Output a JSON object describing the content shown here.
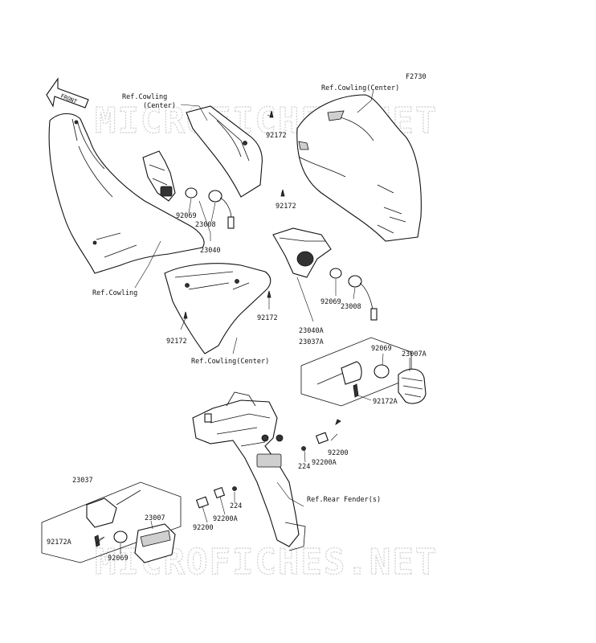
{
  "diagram": {
    "figure_code": "F2730",
    "front_marker": "FRONT",
    "watermark": "MICROFICHES.NET",
    "reference_labels": {
      "cowling_center_top_line1": "Ref.Cowling",
      "cowling_center_top_line2": "(Center)",
      "cowling_center_right": "Ref.Cowling(Center)",
      "cowling_left": "Ref.Cowling",
      "cowling_center_bottom": "Ref.Cowling(Center)",
      "rear_fender": "Ref.Rear Fender(s)"
    },
    "part_numbers": {
      "p92172_top": "92172",
      "p92172_mid": "92172",
      "p92069_upper": "92069",
      "p23008_upper": "23008",
      "p23040": "23040",
      "p92069_mid": "92069",
      "p23008_mid": "23008",
      "p92172_left": "92172",
      "p92172_center": "92172",
      "p23040a": "23040A",
      "p23037a": "23037A",
      "p92069_right": "92069",
      "p23007a": "23007A",
      "p92172a_right": "92172A",
      "p92200_right": "92200",
      "p224_right": "224",
      "p92200a_right": "92200A",
      "p23037": "23037",
      "p23007": "23007",
      "p224_left": "224",
      "p92200a_left": "92200A",
      "p92200_left": "92200",
      "p92172a_left": "92172A",
      "p92069_left": "92069"
    }
  }
}
